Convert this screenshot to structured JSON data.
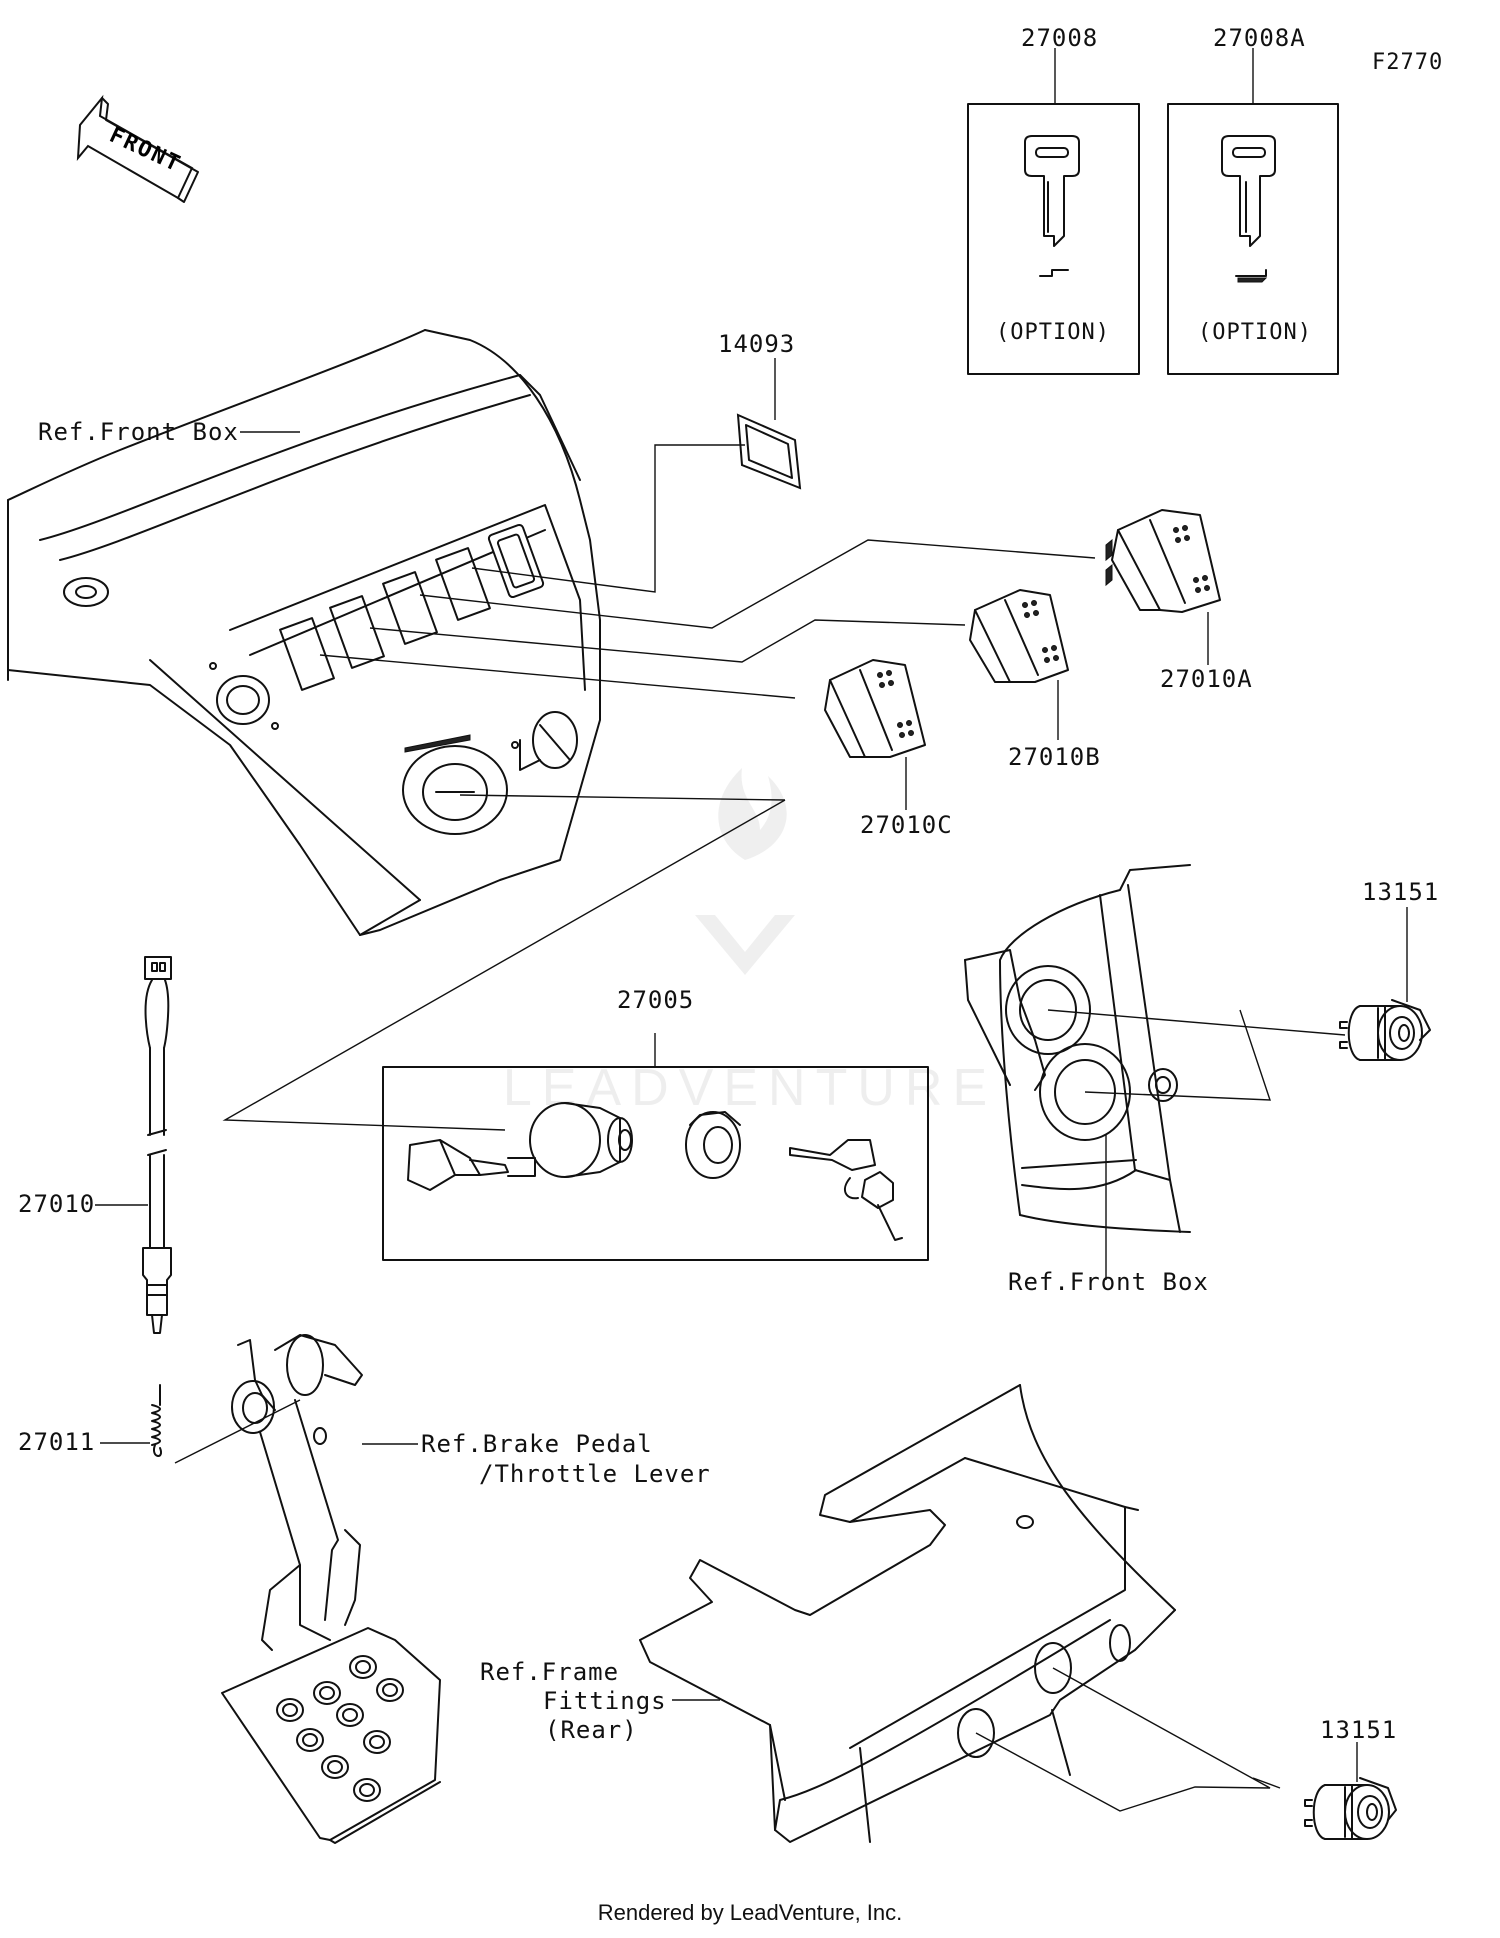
{
  "diagram": {
    "code": "F2770",
    "front_label": "FRONT",
    "parts": {
      "p27008": "27008",
      "p27008A": "27008A",
      "p14093": "14093",
      "p27010A": "27010A",
      "p27010B": "27010B",
      "p27010C": "27010C",
      "p13151_top": "13151",
      "p27005": "27005",
      "p27010": "27010",
      "p27011": "27011",
      "p13151_bottom": "13151"
    },
    "option_label_1": "(OPTION)",
    "option_label_2": "(OPTION)",
    "refs": {
      "front_box_top": "Ref.Front Box",
      "front_box_right": "Ref.Front Box",
      "brake_pedal_1": "Ref.Brake Pedal",
      "brake_pedal_2": "/Throttle Lever",
      "frame_1": "Ref.Frame",
      "frame_2": "Fittings",
      "frame_3": "(Rear)"
    },
    "watermark": "LEADVENTURE",
    "footer": "Rendered by LeadVenture, Inc."
  }
}
